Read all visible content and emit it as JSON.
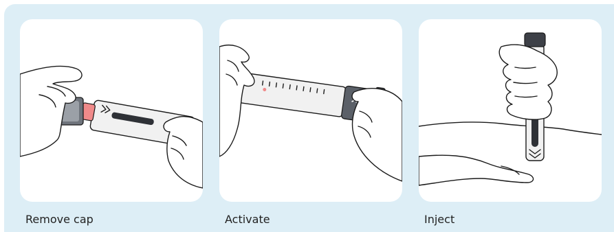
{
  "steps": [
    {
      "caption": "Remove cap",
      "icon": "remove-cap-illustration"
    },
    {
      "caption": "Activate",
      "icon": "activate-illustration"
    },
    {
      "caption": "Inject",
      "icon": "inject-illustration"
    }
  ],
  "colors": {
    "background": "#ddeef6",
    "panel": "#ffffff",
    "pen_body": "#f1f1f1",
    "dial": "#5b6068",
    "accent": "#f08a8a"
  }
}
